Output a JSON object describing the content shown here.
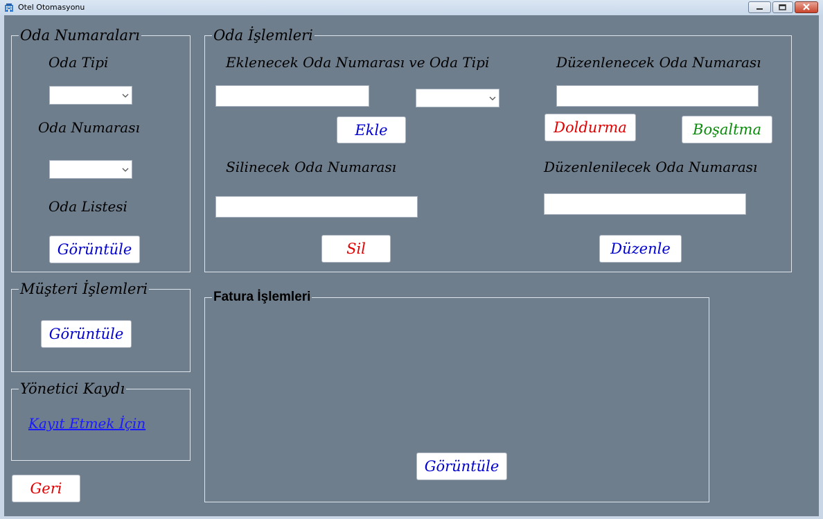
{
  "window": {
    "title": "Otel Otomasyonu"
  },
  "oda_numaralari": {
    "legend": "Oda Numaraları",
    "oda_tipi_label": "Oda Tipi",
    "oda_tipi_value": "",
    "oda_numarasi_label": "Oda Numarası",
    "oda_numarasi_value": "",
    "oda_listesi_label": "Oda Listesi",
    "goruntule_button": "Görüntüle"
  },
  "oda_islemleri": {
    "legend": "Oda İşlemleri",
    "eklenecek_label": "Eklenecek Oda Numarası ve Oda Tipi",
    "eklenecek_value": "",
    "oda_tipi_value": "",
    "ekle_button": "Ekle",
    "silinecek_label": "Silinecek Oda Numarası",
    "silinecek_value": "",
    "sil_button": "Sil",
    "duzenlenecek_label": "Düzenlenecek Oda Numarası",
    "duzenlenecek_value": "",
    "doldurma_button": "Doldurma",
    "bosaltma_button": "Boşaltma",
    "duzenlenilecek_label": "Düzenlenilecek Oda Numarası",
    "duzenlenilecek_value": "",
    "duzenle_button": "Düzenle"
  },
  "musteri_islemleri": {
    "legend": "Müşteri İşlemleri",
    "goruntule_button": "Görüntüle"
  },
  "yonetici_kaydi": {
    "legend": "Yönetici Kaydı",
    "link": "Kayıt Etmek İçin"
  },
  "fatura_islemleri": {
    "legend": "Fatura İşlemleri",
    "goruntule_button": "Görüntüle"
  },
  "geri_button": "Geri",
  "colors": {
    "background": "#6f7e8d",
    "blue": "#0000d0",
    "red": "#e00000",
    "green": "#0a8a0a"
  }
}
